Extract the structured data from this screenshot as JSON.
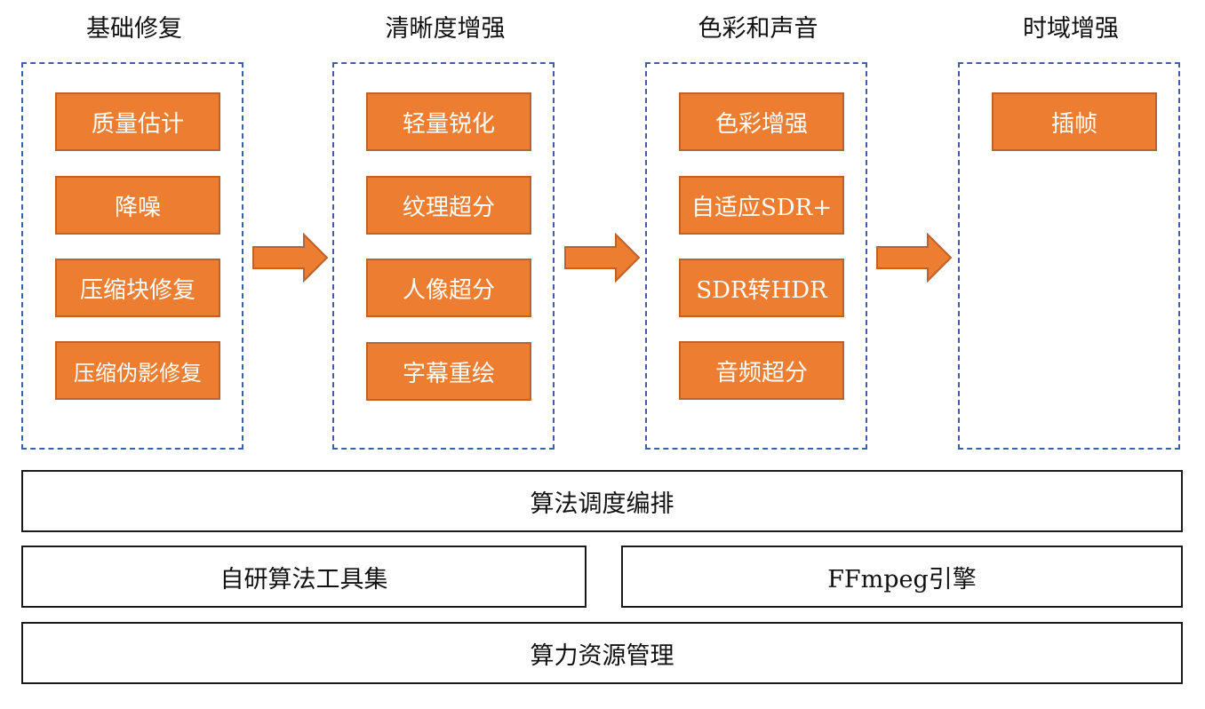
{
  "stages": [
    {
      "title": "基础修复",
      "modules": [
        "质量估计",
        "降噪",
        "压缩块修复",
        "压缩伪影修复"
      ]
    },
    {
      "title": "清晰度增强",
      "modules": [
        "轻量锐化",
        "纹理超分",
        "人像超分",
        "字幕重绘"
      ]
    },
    {
      "title": "色彩和声音",
      "modules": [
        "色彩增强",
        "自适应SDR+",
        "SDR转HDR",
        "音频超分"
      ]
    },
    {
      "title": "时域增强",
      "modules": [
        "插帧"
      ]
    }
  ],
  "layers": {
    "scheduling": "算法调度编排",
    "toolset": "自研算法工具集",
    "engine": "FFmpeg引擎",
    "resources": "算力资源管理"
  },
  "colors": {
    "module_fill": "#ed7d31",
    "module_text": "#ffffff",
    "stage_border": "#3b5fa8",
    "arrow_fill": "#ed7d31"
  }
}
